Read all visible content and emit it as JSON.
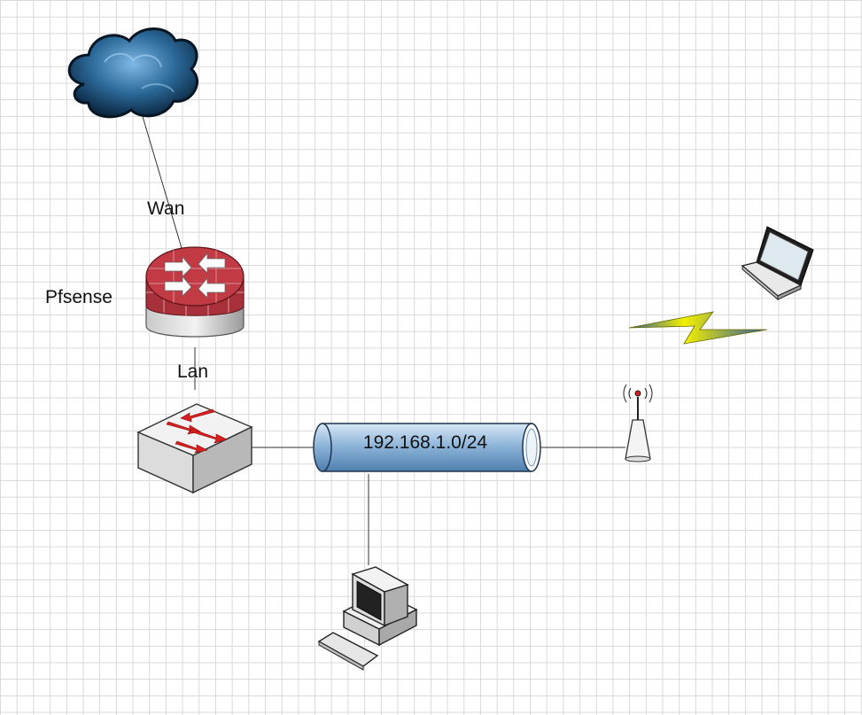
{
  "diagram": {
    "labels": {
      "wan": "Wan",
      "lan": "Lan",
      "firewall": "Pfsense",
      "network": "192.168.1.0/24"
    },
    "nodes": [
      {
        "id": "internet",
        "icon": "cloud-icon"
      },
      {
        "id": "firewall",
        "icon": "firewall-router-icon"
      },
      {
        "id": "switch",
        "icon": "switch-icon"
      },
      {
        "id": "lan-bus",
        "icon": "network-cylinder-icon"
      },
      {
        "id": "access-point",
        "icon": "wireless-access-point-icon"
      },
      {
        "id": "laptop",
        "icon": "laptop-icon"
      },
      {
        "id": "desktop",
        "icon": "desktop-computer-icon"
      }
    ],
    "colors": {
      "cloud": "#1c4f78",
      "firewall_brick": "#b3323a",
      "switch_arrow": "#d81e1e",
      "bus": "#8db4d9",
      "lightning": "#f4f000"
    }
  }
}
